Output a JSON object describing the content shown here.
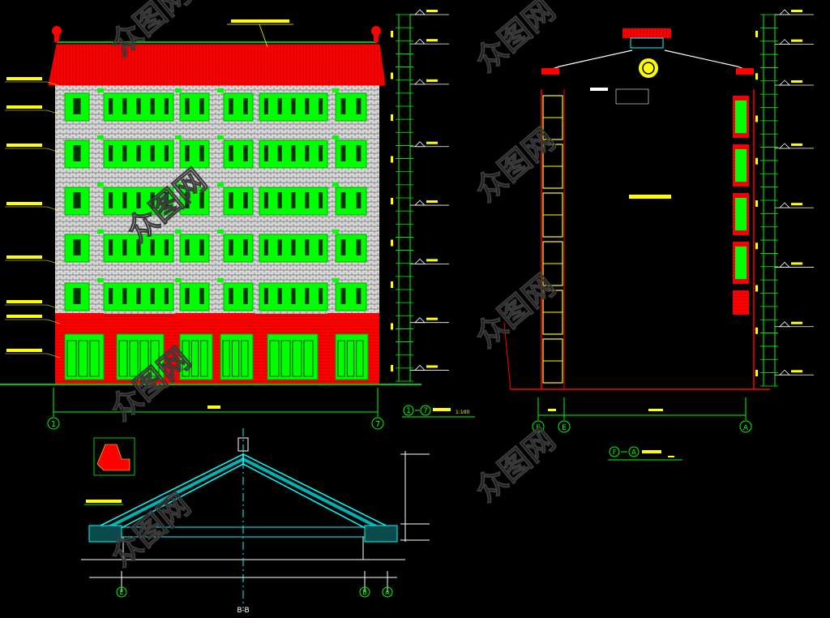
{
  "colors": {
    "background": "#000000",
    "roof_red": "#ff0000",
    "window_green": "#00ff00",
    "wall_grey": "#dcdcdc",
    "grid_green": "#00ff00",
    "annotation_yellow": "#ffff00",
    "truss_cyan": "#00ffff",
    "frame_red": "#ff0000",
    "watermark": "#2a2a2a"
  },
  "front_elevation": {
    "caption_axes": [
      "1",
      "7"
    ],
    "scale": "1:100",
    "grid_marks": [
      "1",
      "7"
    ]
  },
  "side_elevation": {
    "caption_axes": [
      "F",
      "A"
    ],
    "grid_marks": [
      "F",
      "E",
      "A"
    ]
  },
  "section": {
    "caption": "B-B",
    "grid_marks": [
      "E",
      "B",
      "A"
    ]
  },
  "watermark_glyph": "众图网"
}
